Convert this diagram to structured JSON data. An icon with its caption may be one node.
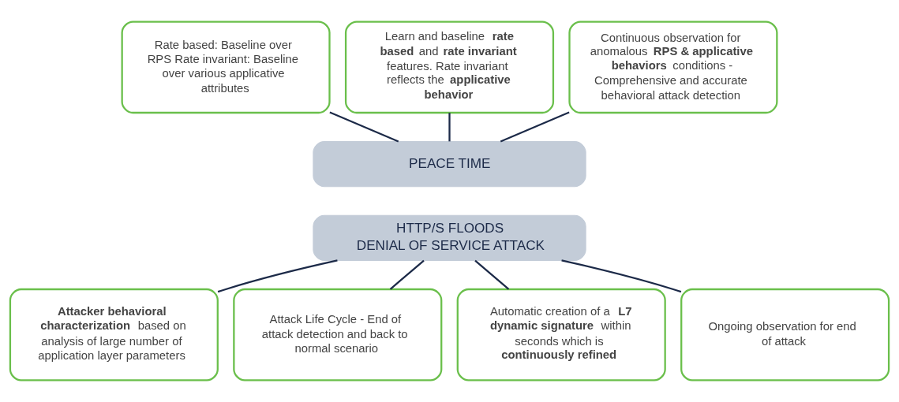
{
  "diagram": {
    "nodes": [
      {
        "text": [
          "Rate based: Baseline over RPS Rate invariant: Baseline over various applicative attributes"
        ]
      },
      {
        "text": [
          "Learn and baseline **rate based** and **rate invariant** features. Rate invariant reflects the **applicative behavior**"
        ]
      },
      {
        "text": [
          "Continuous observation for anomalous **RPS & applicative behaviors** conditions - Comprehensive and accurate behavioral attack detection"
        ]
      },
      {
        "text": [
          "PEACE TIME"
        ]
      },
      {
        "text": [
          "HTTP/S FLOODS",
          "DENIAL OF SERVICE ATTACK"
        ]
      },
      {
        "text": [
          "**Attacker behavioral characterization** based on analysis of large number of application layer parameters"
        ]
      },
      {
        "text": [
          "Attack Life Cycle - End of attack detection and back to normal scenario"
        ]
      },
      {
        "text": [
          "Automatic creation of a **L7 dynamic signature** within seconds which is **continuously refined**"
        ]
      },
      {
        "text": [
          "Ongoing observation for end of attack"
        ]
      }
    ],
    "edges": [
      {
        "from": 0,
        "to": 3,
        "arrow": "none"
      },
      {
        "from": 1,
        "to": 3,
        "arrow": "none"
      },
      {
        "from": 2,
        "to": 3,
        "arrow": "none"
      },
      {
        "from": 4,
        "to": 5,
        "arrow": "none"
      },
      {
        "from": 4,
        "to": 6,
        "arrow": "none"
      },
      {
        "from": 4,
        "to": 7,
        "arrow": "none"
      },
      {
        "from": 4,
        "to": 8,
        "arrow": "none"
      }
    ]
  }
}
